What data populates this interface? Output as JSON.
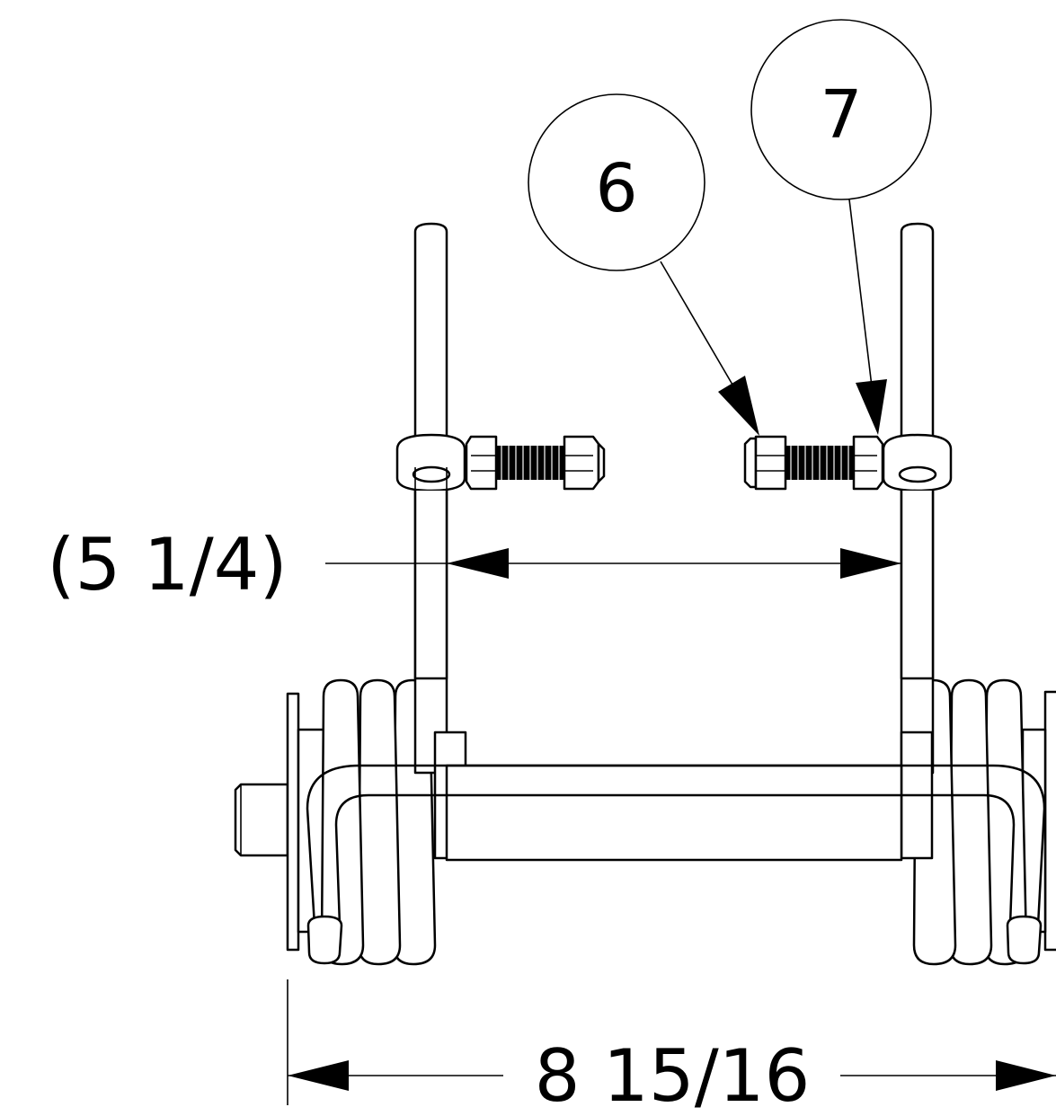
{
  "drawing": {
    "balloons": [
      {
        "id": "balloon-6",
        "label": "6"
      },
      {
        "id": "balloon-7",
        "label": "7"
      }
    ],
    "dimensions": {
      "inner_width": "(5 1/4)",
      "overall_width": "8 15/16"
    }
  }
}
